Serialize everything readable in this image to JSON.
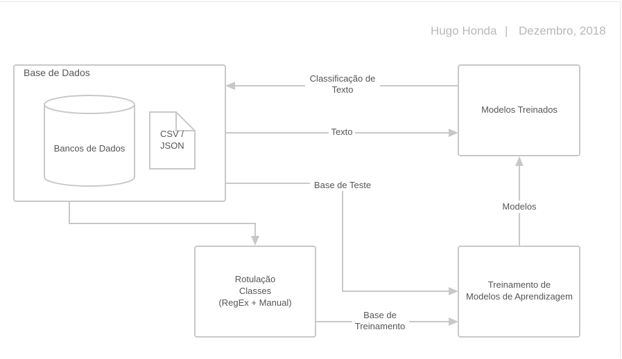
{
  "header": {
    "author": "Hugo Honda",
    "separator": "|",
    "date": "Dezembro, 2018"
  },
  "nodes": {
    "base_de_dados": {
      "title": "Base de Dados"
    },
    "bancos_de_dados": {
      "label": "Bancos de Dados"
    },
    "csv_json": {
      "line1": "CSV /",
      "line2": "JSON"
    },
    "modelos_treinados": {
      "label": "Modelos Treinados"
    },
    "rotulacao": {
      "line1": "Rotulação",
      "line2": "Classes",
      "line3": "(RegEx + Manual)"
    },
    "treinamento": {
      "line1": "Treinamento de",
      "line2": "Modelos de Aprendizagem"
    }
  },
  "edges": {
    "classificacao": {
      "line1": "Classificação de",
      "line2": "Texto"
    },
    "texto": {
      "label": "Texto"
    },
    "base_teste": {
      "label": "Base de Teste"
    },
    "modelos": {
      "label": "Modelos"
    },
    "base_treinamento": {
      "line1": "Base de",
      "line2": "Treinamento"
    }
  },
  "colors": {
    "stroke": "#c8c8c8",
    "text": "#555555",
    "header_text": "#b8b8b8"
  }
}
